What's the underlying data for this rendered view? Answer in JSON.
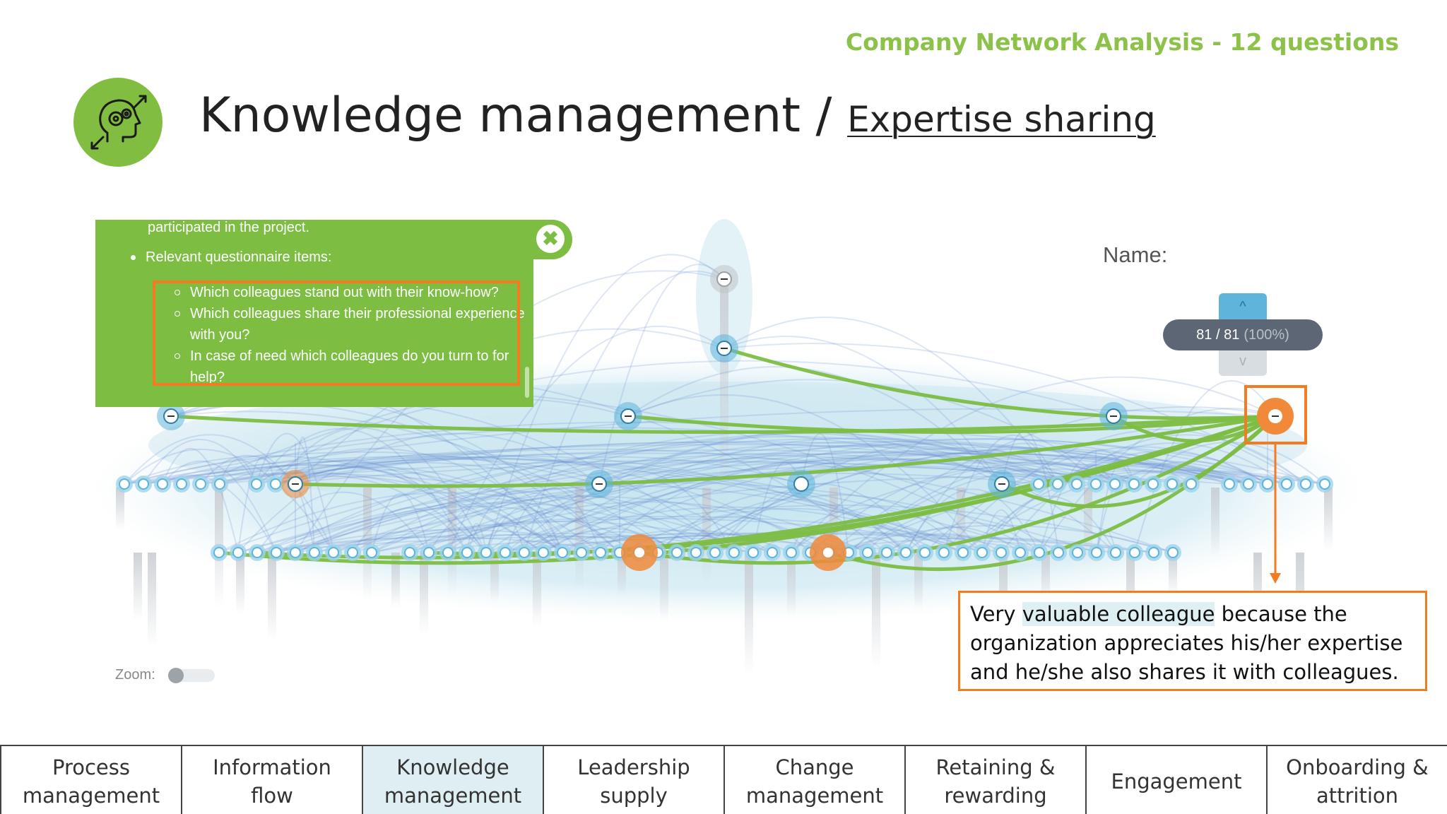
{
  "header": {
    "top_title": "Company Network Analysis - 12 questions",
    "title_main": "Knowledge management / ",
    "title_sub": "Expertise sharing",
    "logo_icon": "gears-head-icon"
  },
  "info_panel": {
    "intro_line": "participated in the project.",
    "bullet_label": "Relevant questionnaire items:",
    "items": [
      "Which colleagues stand out with their know-how?",
      "Which colleagues share their professional experience with you?",
      "In case of need which colleagues do you turn to for help?"
    ],
    "close_symbol": "✖"
  },
  "search": {
    "name_label": "Name:",
    "up_symbol": "^",
    "down_symbol": "v",
    "counter": "81 / 81",
    "counter_pct": "(100%)"
  },
  "annotation": {
    "prefix": "Very ",
    "highlight": "valuable colleague",
    "rest": " because the organization appreciates his/her expertise and he/she also shares it with colleagues."
  },
  "zoom": {
    "label": "Zoom:"
  },
  "tabs": [
    {
      "label": "Process\nmanagement"
    },
    {
      "label": "Information\nflow"
    },
    {
      "label": "Knowledge\nmanagement"
    },
    {
      "label": "Leadership\nsupply"
    },
    {
      "label": "Change\nmanagement"
    },
    {
      "label": "Retaining &\nrewarding"
    },
    {
      "label": "Engagement"
    },
    {
      "label": "Onboarding &\nattrition"
    }
  ],
  "active_tab": "Knowledge\nmanagement",
  "colors": {
    "brand_green": "#7cbd42",
    "highlight_orange": "#f47b20",
    "node_blue": "#5fb4db",
    "edge_blue": "#6b8fd0"
  }
}
